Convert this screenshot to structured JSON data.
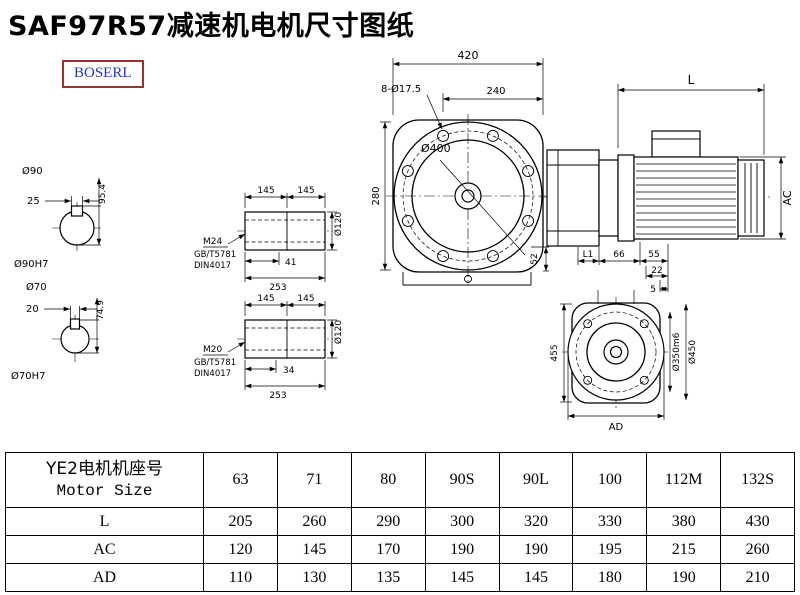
{
  "page": {
    "title": "SAF97R57减速机电机尺寸图纸",
    "logo_text": "BOSERL"
  },
  "drawing": {
    "solid_shaft_90": {
      "dia": "Ø90",
      "key": "25",
      "height": "95.4",
      "bore": "Ø90H7"
    },
    "solid_shaft_70": {
      "dia": "Ø70",
      "key": "20",
      "height": "74.9",
      "bore": "Ø70H7"
    },
    "hollow_shaft_m24": {
      "len_a": "145",
      "len_b": "145",
      "dia": "Ø120",
      "thread": "M24",
      "std_gb": "GB/T5781",
      "std_din": "DIN4017",
      "depth": "41",
      "total_len": "253"
    },
    "hollow_shaft_m20": {
      "len_a": "145",
      "len_b": "145",
      "dia": "Ø120",
      "thread": "M20",
      "std_gb": "GB/T5781",
      "std_din": "DIN4017",
      "depth": "34",
      "total_len": "253"
    },
    "front_view": {
      "overall_width": "420",
      "bolt_span": "240",
      "bolt_holes": "8-Ø17.5",
      "flange_dia": "Ø400",
      "center_height": "280",
      "foot": "52"
    },
    "side_view": {
      "motor_length": "L",
      "motor_height": "AC",
      "l1": "L1",
      "dim_66": "66",
      "dim_55": "55",
      "dim_22": "22",
      "dim_5": "5"
    },
    "output_view": {
      "height_455": "455",
      "spigot_dia": "Ø350m6",
      "flange_dia": "Ø450",
      "motor_width": "AD"
    }
  },
  "table": {
    "header_cn": "YE2电机机座号",
    "header_en": "Motor Size",
    "sizes": [
      "63",
      "71",
      "80",
      "90S",
      "90L",
      "100",
      "112M",
      "132S"
    ],
    "rows": [
      {
        "label": "L",
        "values": [
          "205",
          "260",
          "290",
          "300",
          "320",
          "330",
          "380",
          "430"
        ]
      },
      {
        "label": "AC",
        "values": [
          "120",
          "145",
          "170",
          "190",
          "190",
          "195",
          "215",
          "260"
        ]
      },
      {
        "label": "AD",
        "values": [
          "110",
          "130",
          "135",
          "145",
          "145",
          "180",
          "190",
          "210"
        ]
      }
    ]
  }
}
